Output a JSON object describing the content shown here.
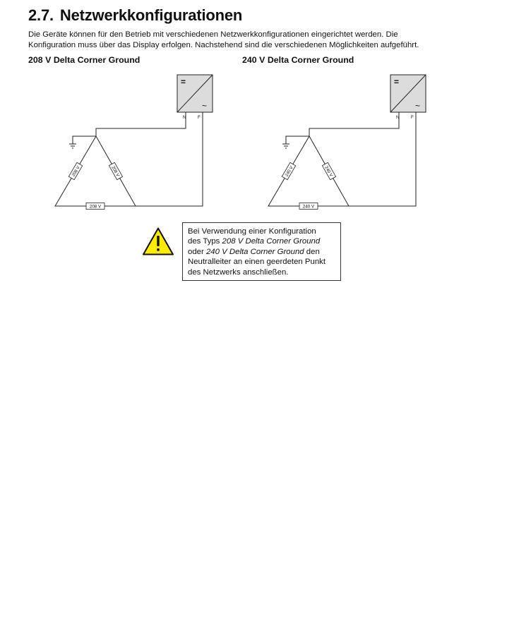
{
  "section": {
    "number": "2.7.",
    "title": "Netzwerkkonfigurationen"
  },
  "intro": {
    "line1": "Die Geräte können für den Betrieb mit verschiedenen Netzwerkkonfigurationen eingerichtet werden. Die",
    "line2": "Konfiguration muss über das Display erfolgen. Nachstehend sind die verschiedenen Möglichkeiten aufgeführt."
  },
  "diagrams": [
    {
      "title": "208 V Delta Corner Ground",
      "voltage_label": "208 V",
      "terminal_n": "N",
      "terminal_f": "F",
      "dc_symbol": "=",
      "ac_symbol": "~"
    },
    {
      "title": "240 V Delta Corner Ground",
      "voltage_label": "240 V",
      "terminal_n": "N",
      "terminal_f": "F",
      "dc_symbol": "=",
      "ac_symbol": "~"
    }
  ],
  "notice": {
    "icon": "warning-triangle-icon",
    "icon_color": "#ffec00",
    "line1": "Bei Verwendung einer Konfiguration",
    "line2_pre": "des Typs ",
    "line2_em": "208 V Delta Corner Ground",
    "line3_pre": "oder ",
    "line3_em": "240 V Delta Corner Ground",
    "line3_post": " den",
    "line4": "Neutralleiter an einen geerdeten Punkt",
    "line5": "des Netzwerks anschließen."
  }
}
